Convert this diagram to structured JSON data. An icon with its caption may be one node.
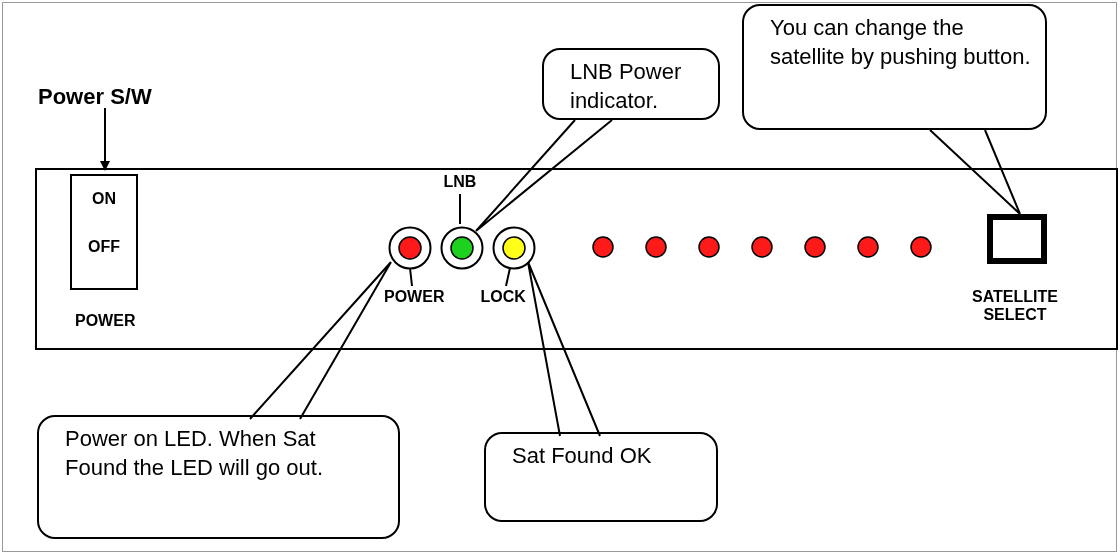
{
  "diagram": {
    "nodes": [
      {
        "text": [],
        "shape": "box"
      },
      {
        "text": [
          "ON",
          "OFF"
        ],
        "in": 0,
        "beside": [
          "POWER"
        ]
      },
      {
        "text": [
          "Power S/W"
        ]
      },
      {
        "text": [],
        "shape": "circle",
        "in": 0,
        "beside": [
          "POWER"
        ]
      },
      {
        "text": [],
        "shape": "circle",
        "in": 0,
        "beside": [
          "LNB"
        ]
      },
      {
        "text": [],
        "shape": "circle",
        "in": 0,
        "beside": [
          "LOCK"
        ]
      },
      {
        "text": [],
        "shape": "circle",
        "in": 0
      },
      {
        "text": [],
        "shape": "circle",
        "in": 0
      },
      {
        "text": [],
        "shape": "circle",
        "in": 0
      },
      {
        "text": [],
        "shape": "circle",
        "in": 0
      },
      {
        "text": [],
        "shape": "circle",
        "in": 0
      },
      {
        "text": [],
        "shape": "circle",
        "in": 0
      },
      {
        "text": [],
        "shape": "circle",
        "in": 0
      },
      {
        "text": [],
        "shape": "box",
        "in": 0,
        "beside": [
          "SATELLITE SELECT"
        ]
      },
      {
        "text": [
          "LNB Power indicator."
        ]
      },
      {
        "text": [
          "You can change the satellite by pushing button."
        ]
      },
      {
        "text": [
          "Power on LED. When Sat Found the LED will go out."
        ]
      },
      {
        "text": [
          "Sat Found OK"
        ]
      }
    ],
    "edges": [
      {
        "from": 2,
        "to": 1,
        "arrow": "to"
      },
      {
        "from": 14,
        "to": 4,
        "arrow": "none"
      },
      {
        "from": 15,
        "to": 13,
        "arrow": "none"
      },
      {
        "from": 16,
        "to": 3,
        "arrow": "none"
      },
      {
        "from": 17,
        "to": 5,
        "arrow": "none"
      }
    ]
  }
}
